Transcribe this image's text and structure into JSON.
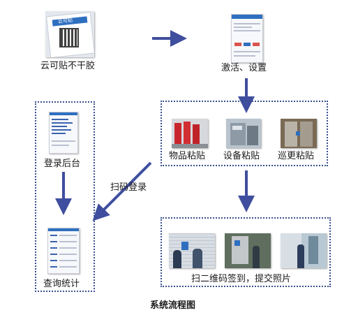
{
  "diagram": {
    "caption": "系统流程图",
    "nodes": {
      "sticker": "云可贴不干胶",
      "activate": "激活、设置",
      "item_sticker": "物品粘贴",
      "device_sticker": "设备粘贴",
      "patrol_sticker": "巡更粘贴",
      "backend_login": "登录后台",
      "query_stats": "查询统计",
      "scan_submit": "扫二维码签到，提交照片"
    },
    "edge_labels": {
      "scan_login": "扫码登录"
    },
    "sticker_brand": "云可贴"
  },
  "colors": {
    "arrow": "#3f4e9e",
    "dotted_border": "#3a4f8f",
    "app_blue": "#2f6fc0"
  }
}
